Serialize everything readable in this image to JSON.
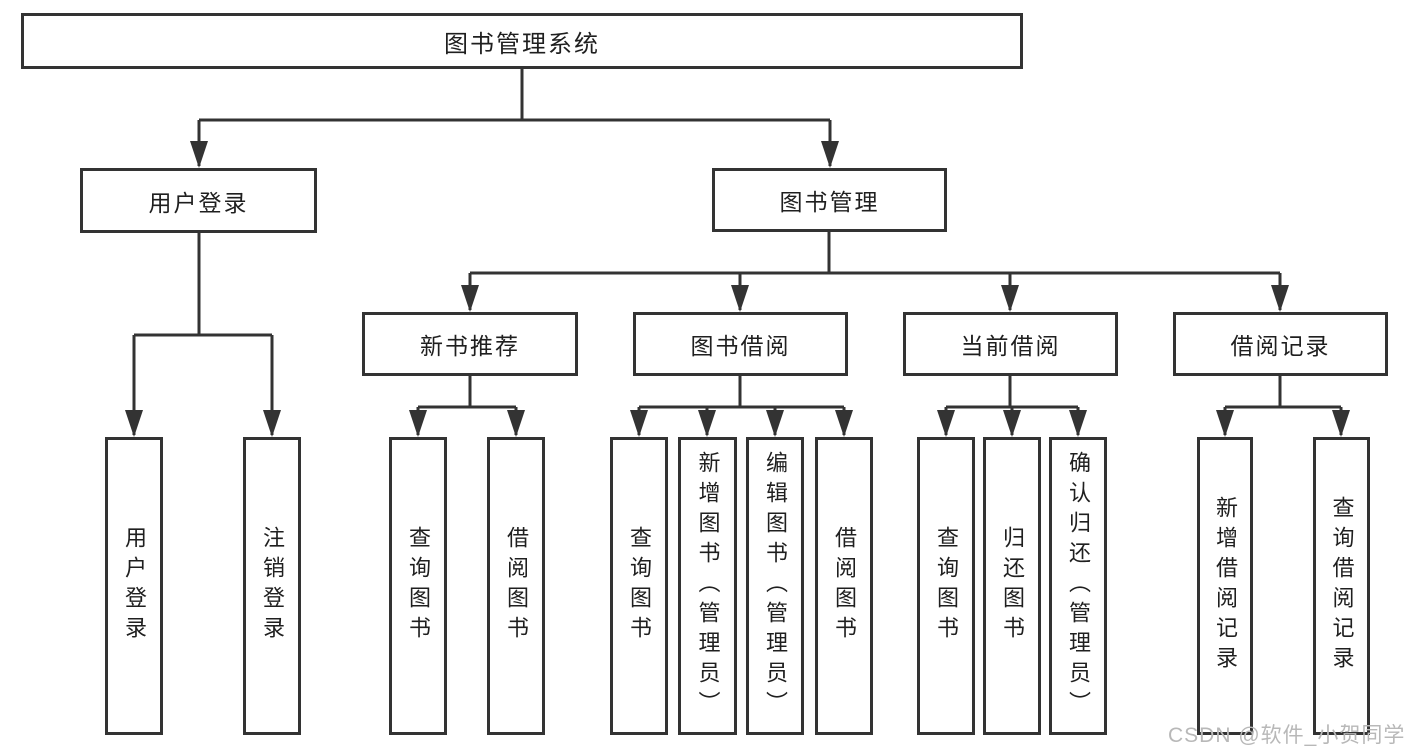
{
  "diagram": {
    "title": "图书管理系统",
    "nodes": {
      "root": {
        "label": "图书管理系统",
        "level": 1
      },
      "user_login": {
        "label": "用户登录",
        "level": 2
      },
      "book_mgmt": {
        "label": "图书管理",
        "level": 2
      },
      "new_book": {
        "label": "新书推荐",
        "level": 3
      },
      "book_borrow": {
        "label": "图书借阅",
        "level": 3
      },
      "current_borrow": {
        "label": "当前借阅",
        "level": 3
      },
      "borrow_record": {
        "label": "借阅记录",
        "level": 3
      },
      "leaf_user_login": {
        "label": "用户登录",
        "level": 4
      },
      "leaf_logout": {
        "label": "注销登录",
        "level": 4
      },
      "leaf_nb_query": {
        "label": "查询图书",
        "level": 4
      },
      "leaf_nb_borrow": {
        "label": "借阅图书",
        "level": 4
      },
      "leaf_bb_query": {
        "label": "查询图书",
        "level": 4
      },
      "leaf_bb_add": {
        "label": "新增图书（管理员）",
        "level": 4
      },
      "leaf_bb_edit": {
        "label": "编辑图书（管理员）",
        "level": 4
      },
      "leaf_bb_borrow": {
        "label": "借阅图书",
        "level": 4
      },
      "leaf_cb_query": {
        "label": "查询图书",
        "level": 4
      },
      "leaf_cb_return": {
        "label": "归还图书",
        "level": 4
      },
      "leaf_cb_confirm": {
        "label": "确认归还（管理员）",
        "level": 4
      },
      "leaf_br_add": {
        "label": "新增借阅记录",
        "level": 4
      },
      "leaf_br_query": {
        "label": "查询借阅记录",
        "level": 4
      }
    },
    "structure": {
      "图书管理系统": {
        "用户登录": [
          "用户登录",
          "注销登录"
        ],
        "图书管理": {
          "新书推荐": [
            "查询图书",
            "借阅图书"
          ],
          "图书借阅": [
            "查询图书",
            "新增图书（管理员）",
            "编辑图书（管理员）",
            "借阅图书"
          ],
          "当前借阅": [
            "查询图书",
            "归还图书",
            "确认归还（管理员）"
          ],
          "借阅记录": [
            "新增借阅记录",
            "查询借阅记录"
          ]
        }
      }
    },
    "colors": {
      "line": "#333333",
      "text": "#1f1f1f",
      "box_fill": "#ffffff",
      "background": "#ffffff",
      "watermark": "#b8b8b8"
    },
    "watermark": "CSDN @软件_小贺同学"
  }
}
